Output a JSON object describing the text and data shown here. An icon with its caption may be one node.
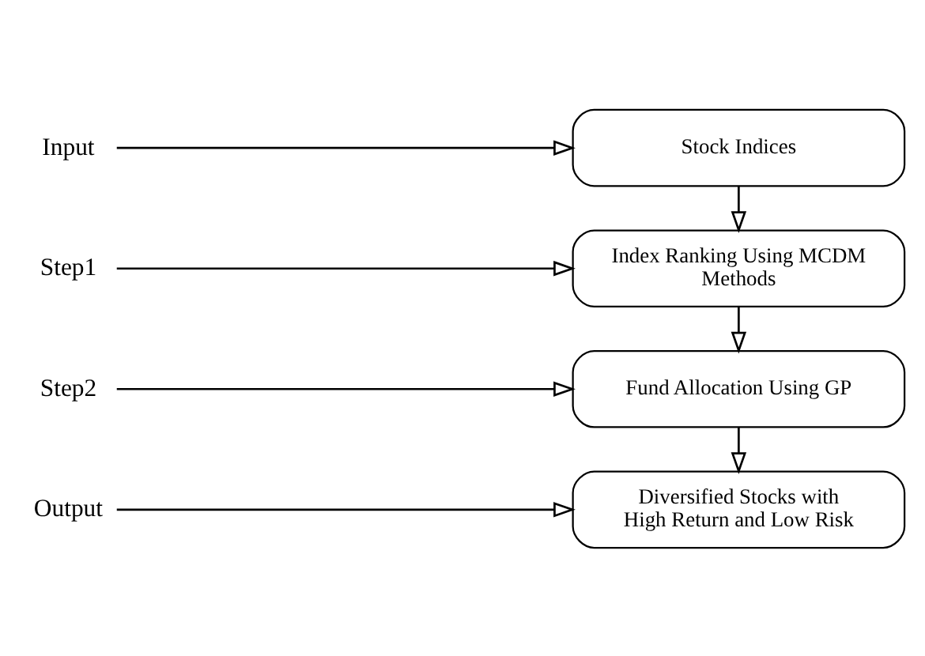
{
  "diagram": {
    "nodes": [
      {
        "text": [
          "Input"
        ]
      },
      {
        "text": [
          "Stock Indices"
        ]
      },
      {
        "text": [
          "Step1"
        ]
      },
      {
        "text": [
          "Index Ranking Using MCDM Methods"
        ]
      },
      {
        "text": [
          "Step2"
        ]
      },
      {
        "text": [
          "Fund Allocation Using GP"
        ]
      },
      {
        "text": [
          "Output"
        ]
      },
      {
        "text": [
          "Diversified Stocks with High Return and Low Risk"
        ]
      }
    ],
    "edges": [
      {
        "from": 0,
        "to": 1,
        "arrow": "to"
      },
      {
        "from": 1,
        "to": 3,
        "arrow": "to"
      },
      {
        "from": 2,
        "to": 3,
        "arrow": "to"
      },
      {
        "from": 3,
        "to": 5,
        "arrow": "to"
      },
      {
        "from": 4,
        "to": 5,
        "arrow": "to"
      },
      {
        "from": 5,
        "to": 7,
        "arrow": "to"
      },
      {
        "from": 6,
        "to": 7,
        "arrow": "to"
      }
    ]
  }
}
